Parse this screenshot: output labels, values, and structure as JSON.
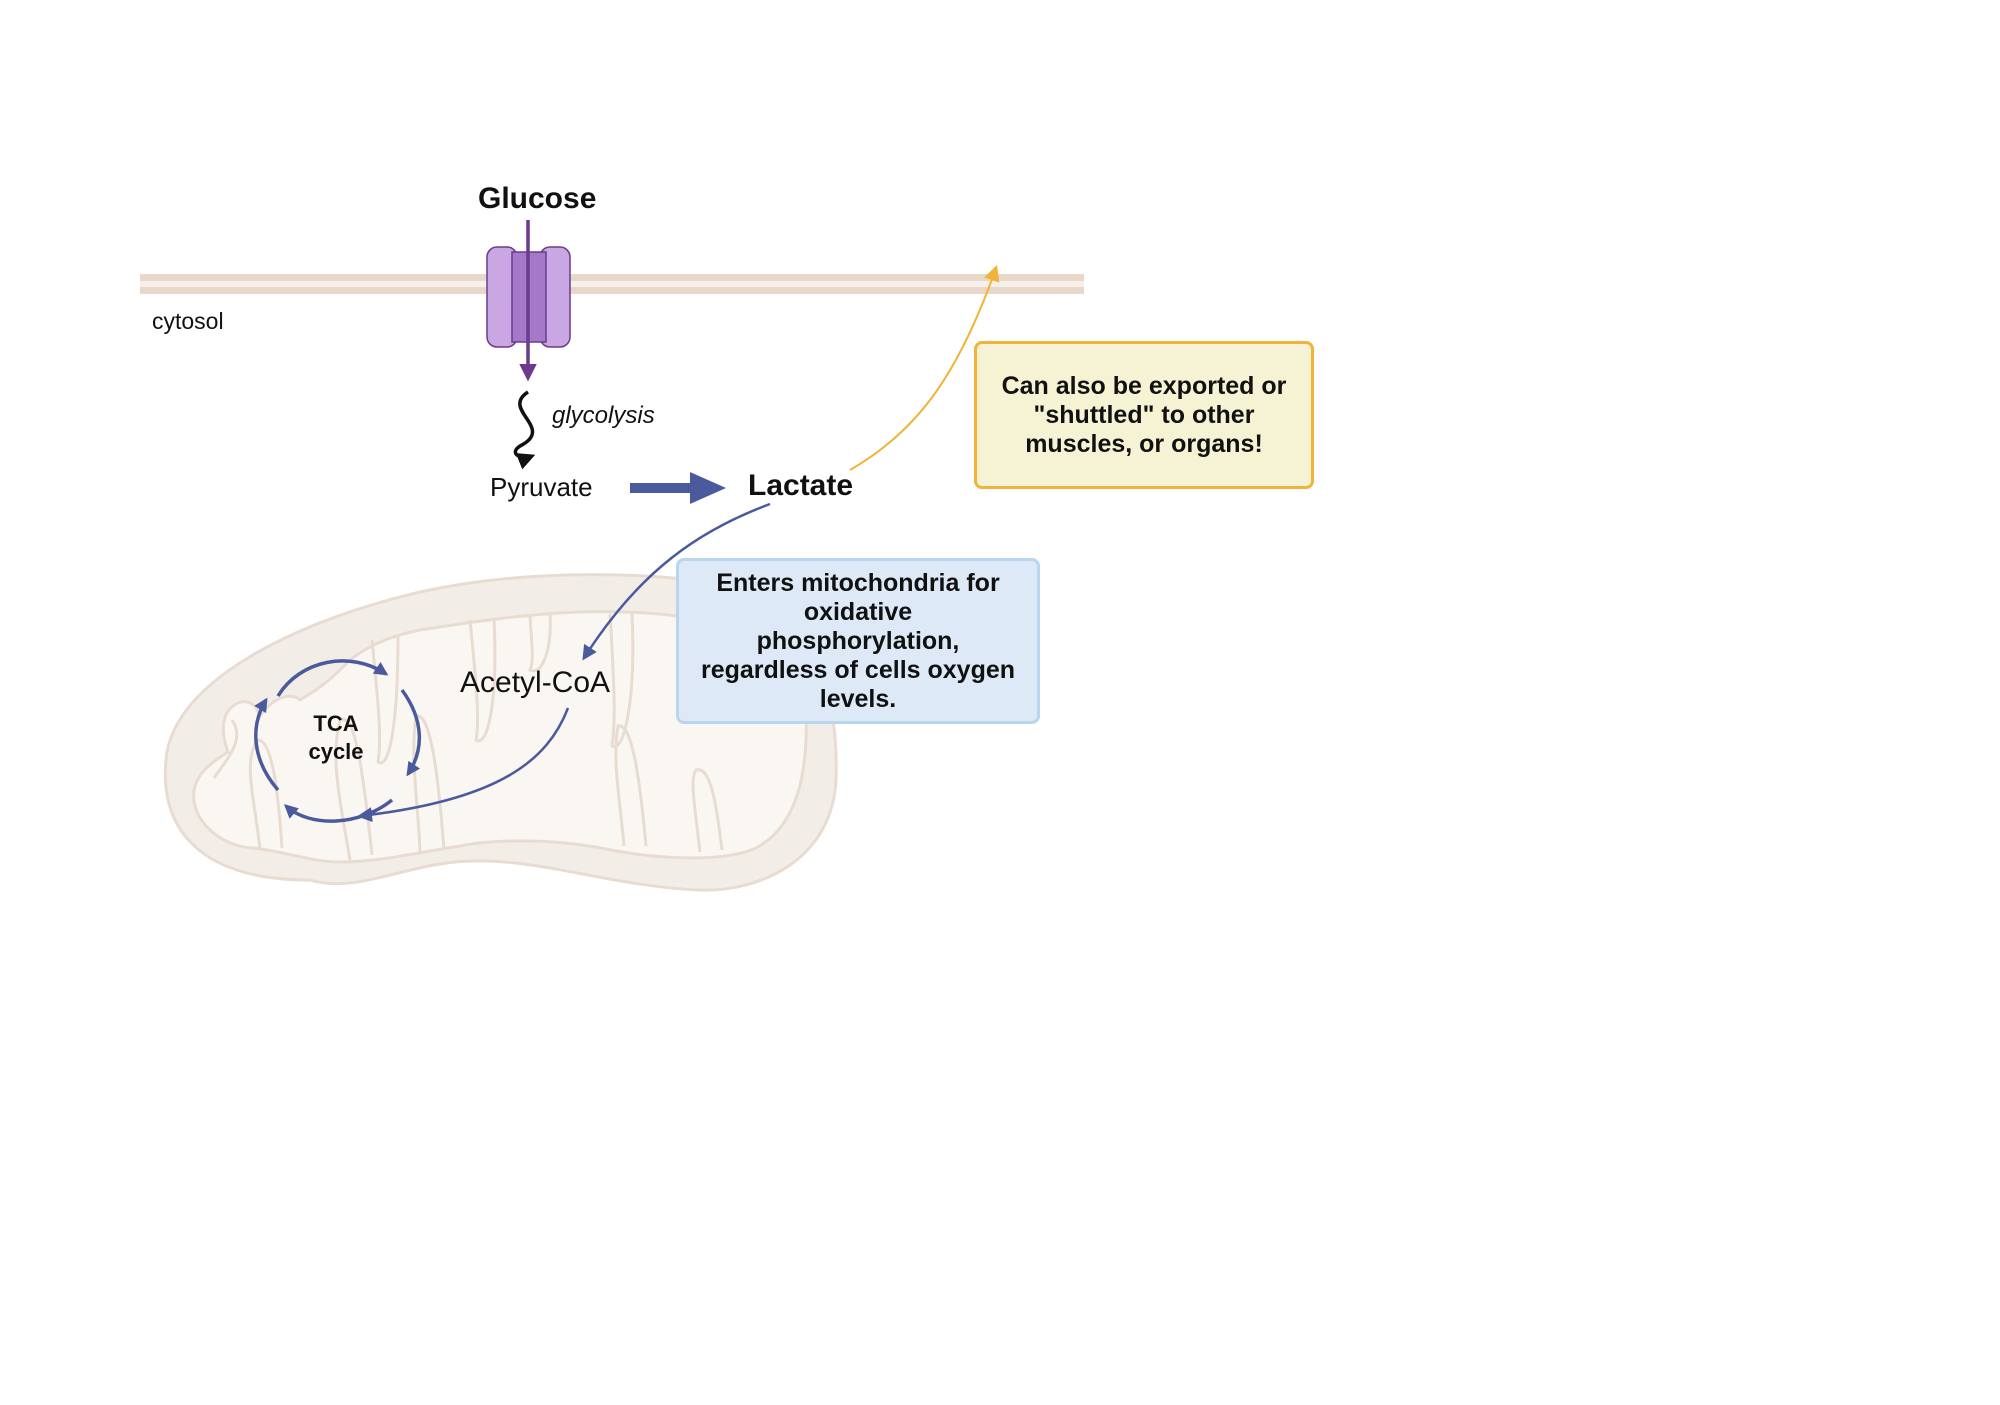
{
  "labels": {
    "glucose": "Glucose",
    "cytosol": "cytosol",
    "glycolysis": "glycolysis",
    "pyruvate": "Pyruvate",
    "lactate": "Lactate",
    "acetyl_coa": "Acetyl-CoA",
    "tca_line1": "TCA",
    "tca_line2": "cycle"
  },
  "notes": {
    "export_note": "Can also be exported or \"shuttled\" to other muscles, or organs!",
    "mito_note": "Enters mitochondria for oxidative phosphorylation, regardless of cells oxygen levels."
  },
  "colors": {
    "membrane": "#e8d8cc",
    "transporter_fill": "#c9a7e3",
    "transporter_stroke": "#6b3a8c",
    "glucose_arrow": "#6b3a8c",
    "pathway_arrow": "#4a5a9c",
    "export_arrow": "#f0b43c",
    "export_box_fill": "#f5f3d4",
    "export_box_border": "#f0b43c",
    "mito_box_fill": "#dde9f6",
    "mito_box_border": "#b9d6ef",
    "mito_outer_fill": "#f3ede8",
    "mito_outer_stroke": "#e8dcd2",
    "mito_inner_fill": "#faf7f3"
  },
  "icons": {
    "transporter": "glucose-transporter-icon",
    "mitochondrion": "mitochondrion-icon",
    "cycle": "tca-cycle-arrows-icon"
  }
}
